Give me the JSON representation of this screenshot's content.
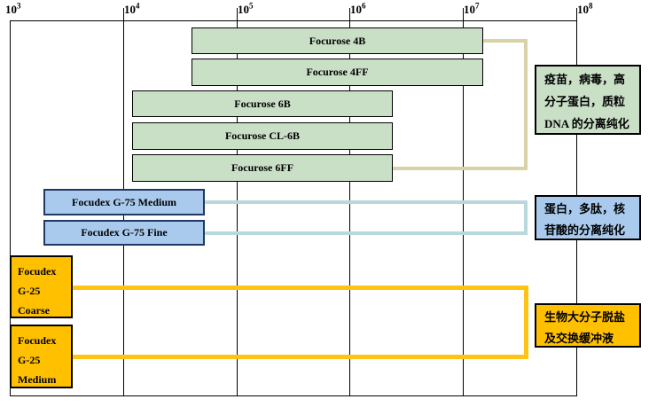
{
  "chart_data": {
    "type": "bar",
    "subtype": "horizontal-log-range-bars",
    "title": "",
    "xlabel": "",
    "ylabel": "",
    "x_axis": {
      "scale": "log10",
      "min": 1000,
      "max": 100000000,
      "tick_base": "10",
      "tick_exponents": [
        "3",
        "4",
        "5",
        "6",
        "7",
        "8"
      ]
    },
    "grid": true,
    "bars": [
      {
        "label": "Focurose 4B",
        "range": [
          40000,
          15000000
        ],
        "group": "agarose"
      },
      {
        "label": "Focurose 4FF",
        "range": [
          40000,
          15000000
        ],
        "group": "agarose"
      },
      {
        "label": "Focurose 6B",
        "range": [
          12000,
          2400000
        ],
        "group": "agarose"
      },
      {
        "label": "Focurose CL-6B",
        "range": [
          12000,
          2400000
        ],
        "group": "agarose"
      },
      {
        "label": "Focurose 6FF",
        "range": [
          12000,
          2400000
        ],
        "group": "agarose"
      },
      {
        "label": "Focudex G-75 Medium",
        "range": [
          2000,
          53000
        ],
        "group": "dextran75"
      },
      {
        "label": "Focudex G-75 Fine",
        "range": [
          2000,
          53000
        ],
        "group": "dextran75"
      },
      {
        "label": "Focudex G-25 Coarse",
        "label_lines": [
          "Focudex",
          "G-25",
          "Coarse"
        ],
        "range": [
          1000,
          3600
        ],
        "group": "dextran25"
      },
      {
        "label": "Focudex G-25 Medium",
        "label_lines": [
          "Focudex",
          "G-25",
          "Medium"
        ],
        "range": [
          1000,
          3600
        ],
        "group": "dextran25"
      }
    ],
    "annotations": [
      {
        "lines": [
          "疫苗，病毒，高",
          "分子蛋白，质粒",
          "DNA 的分离纯化"
        ],
        "style": "green"
      },
      {
        "lines": [
          "蛋白，多肽，核",
          "苷酸的分离纯化"
        ],
        "style": "blue"
      },
      {
        "lines": [
          "生物大分子脱盐",
          "及交换缓冲液"
        ],
        "style": "yellow"
      }
    ],
    "connectors": [
      {
        "from_bar": 0,
        "to_bar": 4,
        "style": "tan"
      },
      {
        "from_bar": 5,
        "to_bar": 6,
        "style": "lightblue"
      },
      {
        "from_bar": 7,
        "to_bar": 8,
        "style": "yellow"
      }
    ],
    "colors": {
      "green_fill": "#C9DFC6",
      "green_border": "#000000",
      "blue_fill": "#A9CAEC",
      "blue_border": "#1F3864",
      "yellow_fill": "#FFC000",
      "yellow_border": "#000000",
      "connector_tan": "#D9D2A6",
      "connector_lightblue": "#B9D8DC",
      "connector_yellow": "#FFC413",
      "axis": "#000000",
      "text": "#000000"
    }
  }
}
